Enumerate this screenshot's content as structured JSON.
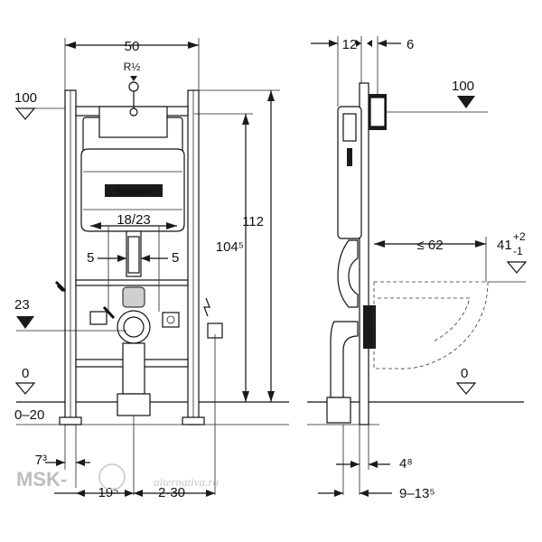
{
  "front_view": {
    "width_label": "50",
    "thread_label": "R½",
    "level_top_label": "100",
    "level_mid_label": "23",
    "level_floor_label": "0",
    "floor_range_label": "0–20",
    "height_total_label": "112",
    "height_label": "104⁵",
    "inner_width_label": "18/23",
    "offset_left_label": "5",
    "offset_right_label": "5",
    "foot_left_label": "7³",
    "foot_mid_label": "19⁵",
    "foot_right_label": "2·30",
    "brand_text": "GEBERIT"
  },
  "side_view": {
    "depth_top_label": "12",
    "depth_right_label": "6",
    "level_top_label": "100",
    "projection_label": "≤ 62",
    "bowl_height_label": "41",
    "bowl_height_tol_upper": "+2",
    "bowl_height_tol_lower": "-1",
    "level_floor_label": "0",
    "foot_offset_label": "4⁸",
    "foot_range_label": "9–13⁵"
  },
  "watermark": {
    "left_text": "MSK-",
    "right_text": "alternativa.ru"
  }
}
